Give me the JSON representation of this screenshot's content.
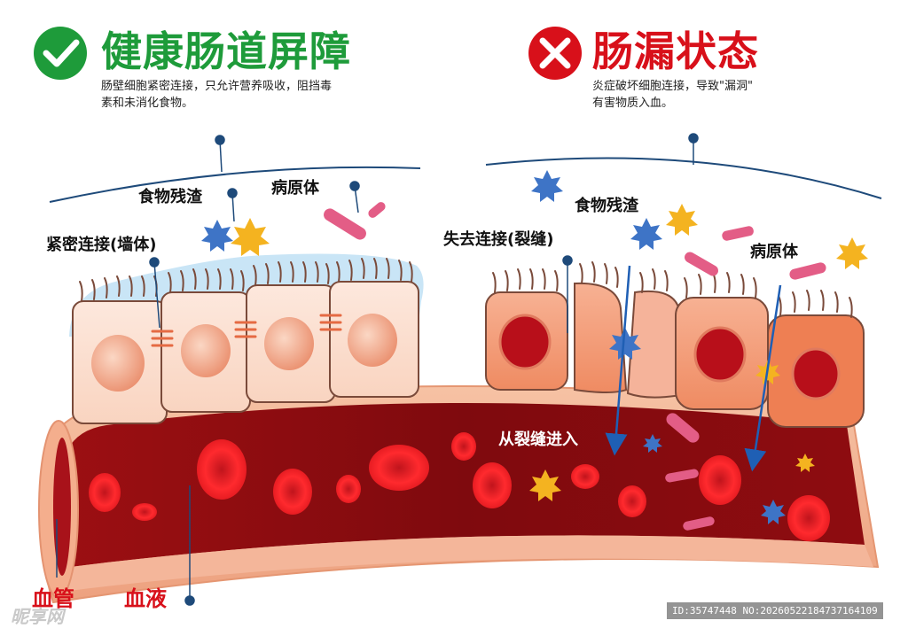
{
  "healthy": {
    "title": "健康肠道屏障",
    "description": "肠壁细胞紧密连接，只允许营养吸收，阻挡毒\n素和未消化食物。",
    "labels": {
      "food_residue": "食物残渣",
      "pathogen": "病原体",
      "tight_junction": "紧密连接(墙体)"
    },
    "icon": "check-circle-icon",
    "color": "#1e9b3a"
  },
  "leaky": {
    "title": "肠漏状态",
    "description": "炎症破坏细胞连接，导致\"漏洞\"\n有害物质入血。",
    "labels": {
      "food_residue": "食物残渣",
      "pathogen": "病原体",
      "lost_junction": "失去连接(裂缝)",
      "entry": "从裂缝进入"
    },
    "icon": "cross-circle-icon",
    "color": "#d8101a"
  },
  "vessel_labels": {
    "vessel": "血管",
    "blood": "血液"
  },
  "watermark": {
    "brand": "昵享网",
    "id_text": "ID:35747448 NO:20260522184737164109"
  }
}
